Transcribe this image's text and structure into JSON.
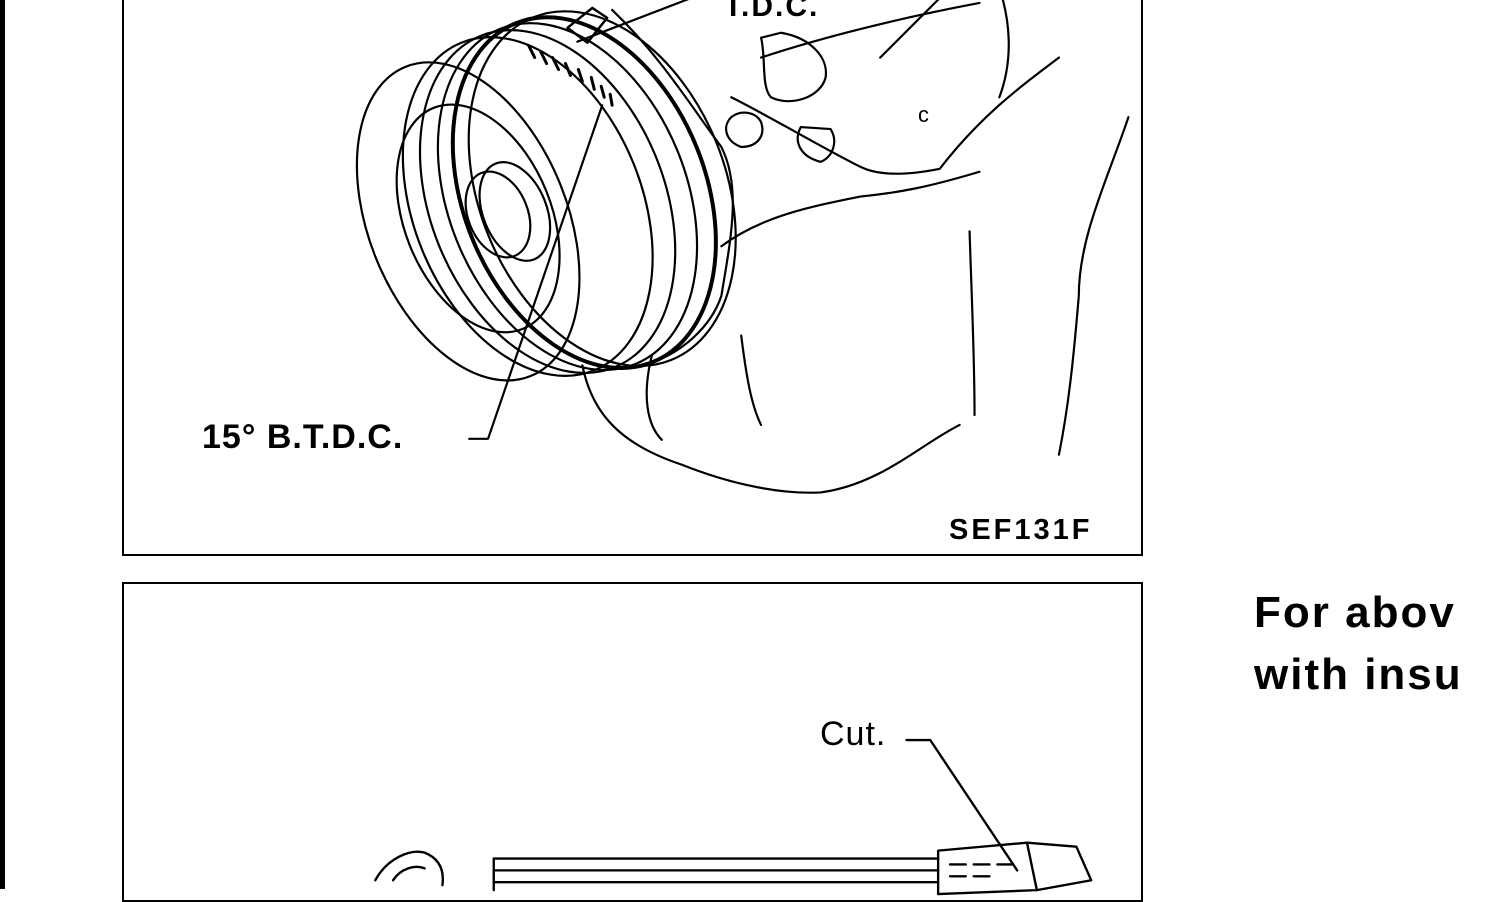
{
  "figure_top": {
    "label_tdc": "T.D.C.",
    "label_btdc": "15° B.T.D.C.",
    "figure_code": "SEF131F"
  },
  "figure_bottom": {
    "label_cut": "Cut."
  },
  "body_text": {
    "line_1": "For abov",
    "line_2": "with insu"
  }
}
